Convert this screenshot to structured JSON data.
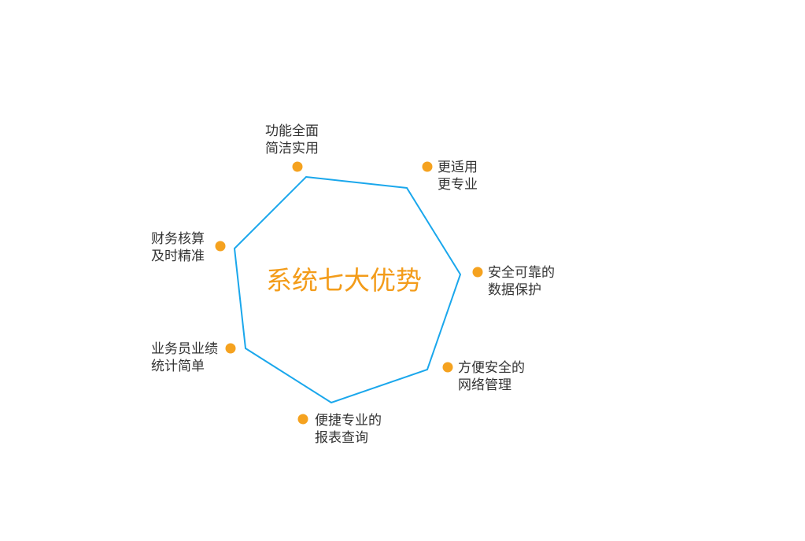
{
  "title": "系统七大优势",
  "advantages": [
    {
      "line1": "功能全面",
      "line2": "简洁实用"
    },
    {
      "line1": "更适用",
      "line2": "更专业"
    },
    {
      "line1": "安全可靠的",
      "line2": "数据保护"
    },
    {
      "line1": "方便安全的",
      "line2": "网络管理"
    },
    {
      "line1": "便捷专业的",
      "line2": "报表查询"
    },
    {
      "line1": "业务员业绩",
      "line2": "统计简单"
    },
    {
      "line1": "财务核算",
      "line2": "及时精准"
    }
  ],
  "colors": {
    "outline": "#1aa7ec",
    "accent": "#f5a21f",
    "title": "#f39c1a",
    "text": "#333333"
  }
}
